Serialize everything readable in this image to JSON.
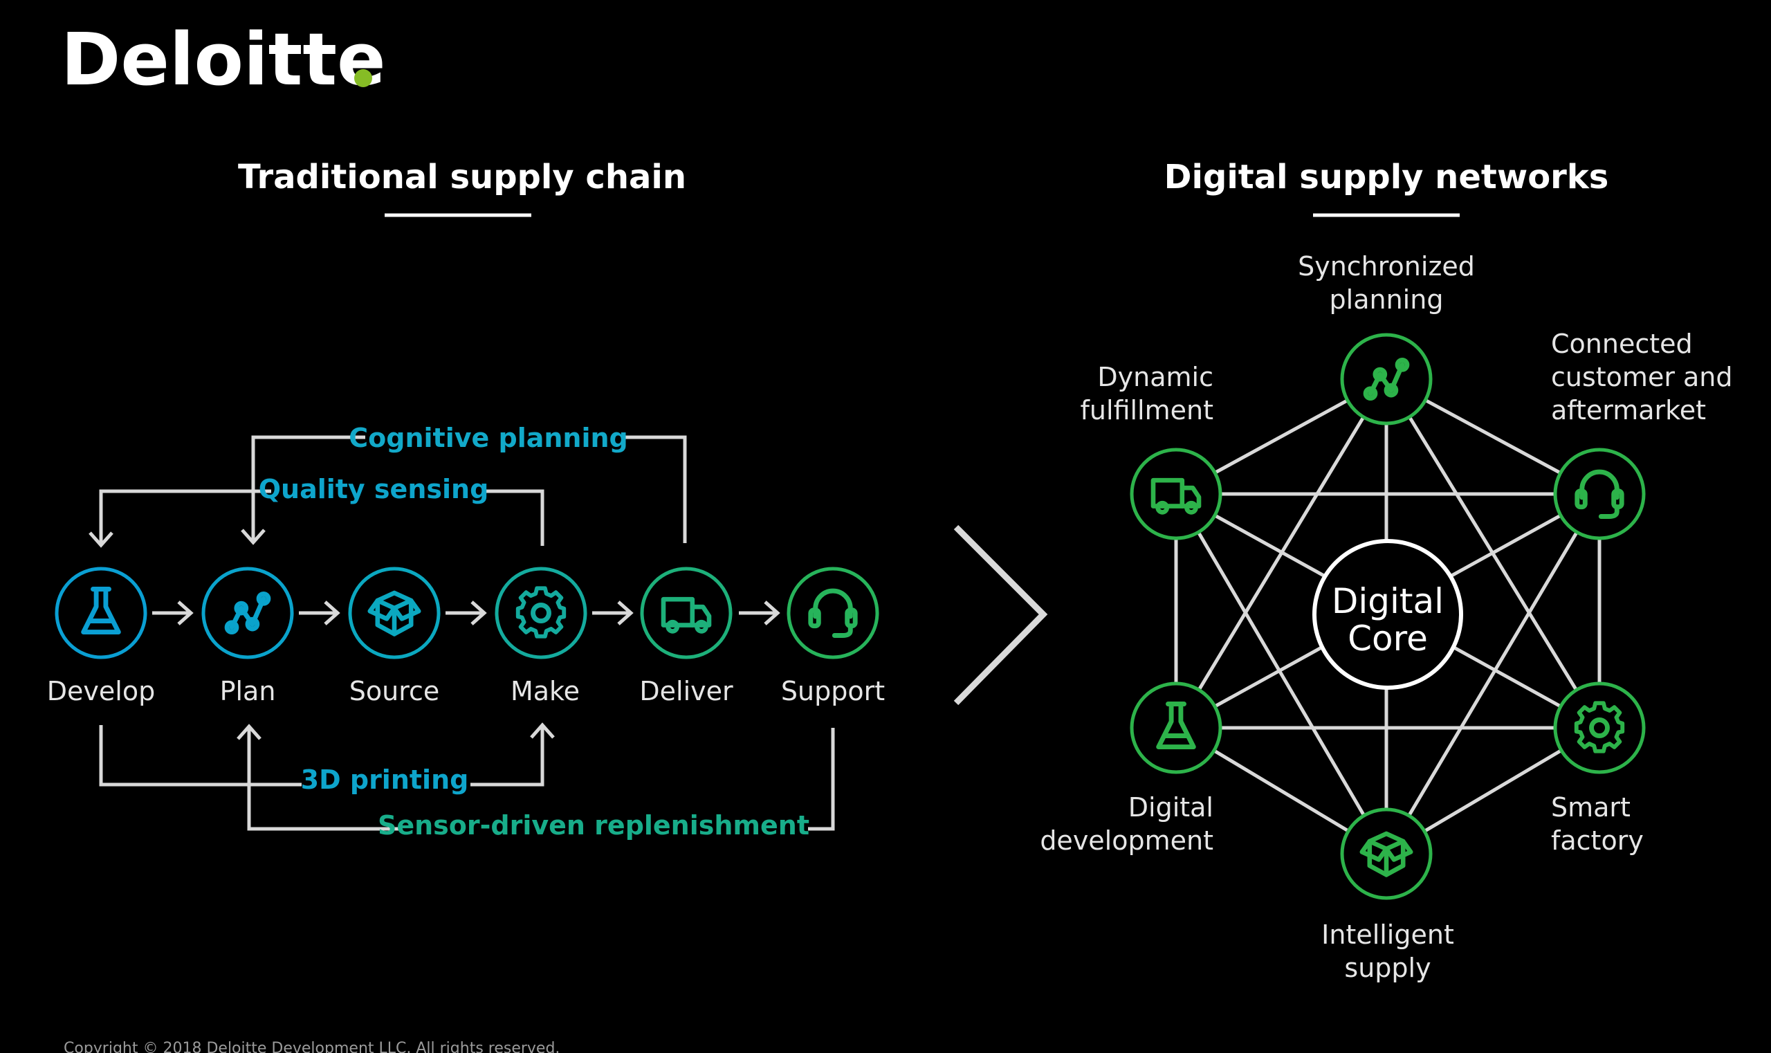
{
  "logo": {
    "text": "Deloitte",
    "dot_color": "#86BC25"
  },
  "copyright": "Copyright © 2018 Deloitte Development LLC. All rights reserved.",
  "colors": {
    "background": "#000000",
    "teal": "#0FA8C8",
    "green": "#2DB34A",
    "line": "#D9D9D9",
    "text": "#FFFFFF"
  },
  "traditional": {
    "title": "Traditional supply chain",
    "steps": [
      {
        "label": "Develop",
        "icon": "flask-icon",
        "color": "#0A9FD3"
      },
      {
        "label": "Plan",
        "icon": "network-chart-icon",
        "color": "#0AA3CC"
      },
      {
        "label": "Source",
        "icon": "box-icon",
        "color": "#0BA8C0"
      },
      {
        "label": "Make",
        "icon": "gear-icon",
        "color": "#14AB9E"
      },
      {
        "label": "Deliver",
        "icon": "truck-icon",
        "color": "#1DB07A"
      },
      {
        "label": "Support",
        "icon": "headset-icon",
        "color": "#27B45B"
      }
    ],
    "feedback": {
      "cognitive_planning": "Cognitive planning",
      "quality_sensing": "Quality sensing",
      "printing_3d": "3D printing",
      "sensor_replenishment": "Sensor-driven replenishment"
    }
  },
  "digital": {
    "title": "Digital supply networks",
    "core": {
      "line1": "Digital",
      "line2": "Core"
    },
    "nodes": {
      "synchronized_planning": {
        "line1": "Synchronized",
        "line2": "planning",
        "icon": "network-chart-icon"
      },
      "connected_customer": {
        "line1": "Connected",
        "line2": "customer and",
        "line3": "aftermarket",
        "icon": "headset-icon"
      },
      "smart_factory": {
        "line1": "Smart",
        "line2": "factory",
        "icon": "gear-icon"
      },
      "intelligent_supply": {
        "line1": "Intelligent",
        "line2": "supply",
        "icon": "box-icon"
      },
      "digital_development": {
        "line1": "Digital",
        "line2": "development",
        "icon": "flask-icon"
      },
      "dynamic_fulfillment": {
        "line1": "Dynamic",
        "line2": "fulfillment",
        "icon": "truck-icon"
      }
    },
    "node_color": "#2DB34A"
  },
  "transition_icon": "chevron-right-icon"
}
